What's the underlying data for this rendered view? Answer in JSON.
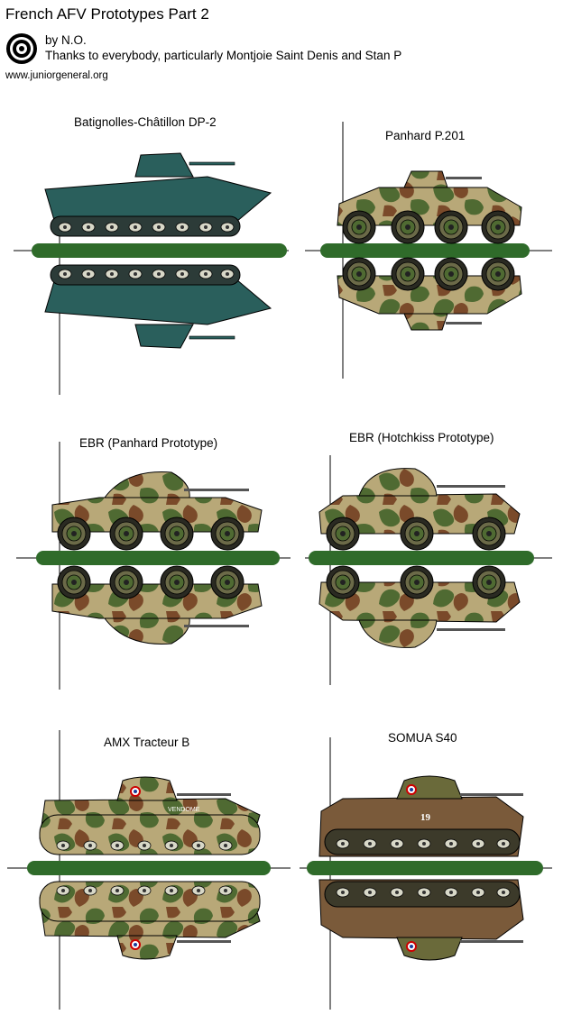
{
  "header": {
    "title": "French AFV Prototypes Part 2",
    "byline": "by N.O.",
    "thanks": "Thanks to everybody, particularly Montjoie Saint Denis and Stan P",
    "website": "www.juniorgeneral.org"
  },
  "vehicles": [
    {
      "name": "Batignolles-Châtillon DP-2"
    },
    {
      "name": "Panhard P.201"
    },
    {
      "name": "EBR (Panhard Prototype)"
    },
    {
      "name": "EBR (Hotchkiss Prototype)"
    },
    {
      "name": "AMX Tracteur B",
      "marking": "VENDOME"
    },
    {
      "name": "SOMUA S40",
      "marking": "19"
    }
  ],
  "colors": {
    "base_green": "#2f6b2a",
    "dp2_teal": "#2a5f5c",
    "camo_tan": "#b8a878",
    "camo_brown": "#7a4a2a",
    "camo_green": "#4f6a32",
    "s40_brown": "#7a5a3a"
  }
}
